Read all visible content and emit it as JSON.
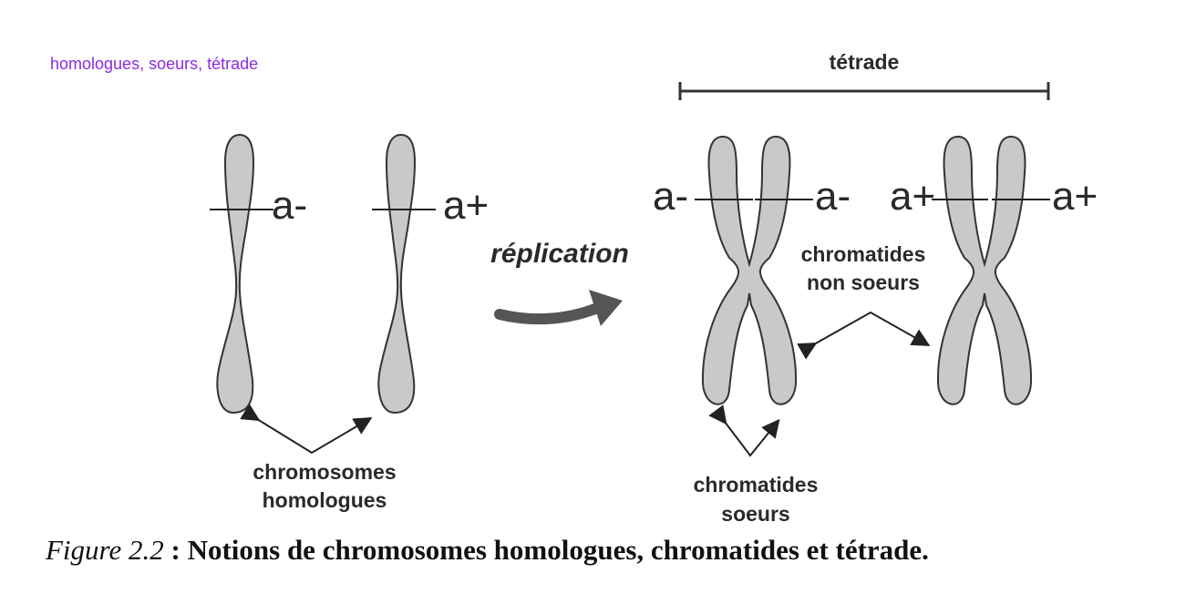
{
  "page_label": "homologues, soeurs, tétrade",
  "diagram": {
    "tetrade_label": "tétrade",
    "genes": {
      "left_homolog_1": "a-",
      "left_homolog_2": "a+",
      "tetrade_left_outer": "a-",
      "tetrade_left_inner": "a-",
      "tetrade_right_inner": "a+",
      "tetrade_right_outer": "a+"
    },
    "replication_label": "réplication",
    "homologous_label_line1": "chromosomes",
    "homologous_label_line2": "homologues",
    "sister_label_line1": "chromatides",
    "sister_label_line2": "soeurs",
    "nonsister_label_line1": "chromatides",
    "nonsister_label_line2": "non soeurs",
    "colors": {
      "chromosome_fill": "#c9c9c9",
      "chromosome_stroke": "#333333",
      "arrow": "#555555"
    }
  },
  "caption": {
    "figure_number": "Figure 2.2",
    "separator": " : ",
    "text": "Notions de chromosomes homologues, chromatides et tétrade."
  }
}
